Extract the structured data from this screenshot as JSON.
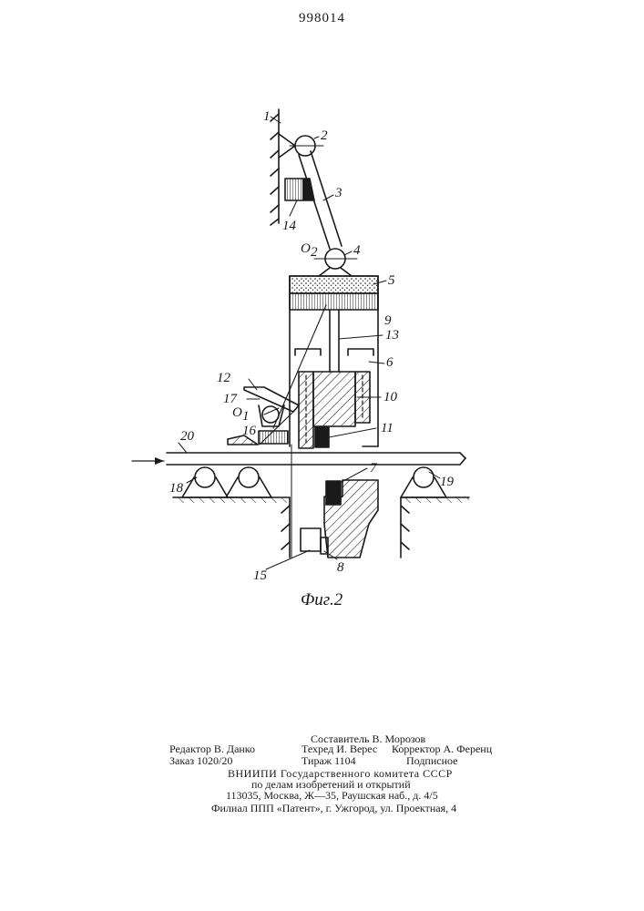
{
  "patent_number": "998014",
  "figure_caption": "Фиг.2",
  "part_labels": [
    {
      "id": "1",
      "text": "1"
    },
    {
      "id": "2",
      "text": "2"
    },
    {
      "id": "3",
      "text": "3"
    },
    {
      "id": "14",
      "text": "14"
    },
    {
      "id": "o2",
      "text": "O",
      "sub": "2"
    },
    {
      "id": "4",
      "text": "4"
    },
    {
      "id": "5",
      "text": "5"
    },
    {
      "id": "9",
      "text": "9"
    },
    {
      "id": "13",
      "text": "13"
    },
    {
      "id": "6",
      "text": "6"
    },
    {
      "id": "12",
      "text": "12"
    },
    {
      "id": "17",
      "text": "17"
    },
    {
      "id": "10",
      "text": "10"
    },
    {
      "id": "o1",
      "text": "O",
      "sub": "1"
    },
    {
      "id": "16",
      "text": "16"
    },
    {
      "id": "11",
      "text": "11"
    },
    {
      "id": "20",
      "text": "20"
    },
    {
      "id": "7",
      "text": "7"
    },
    {
      "id": "18",
      "text": "18"
    },
    {
      "id": "19",
      "text": "19"
    },
    {
      "id": "15",
      "text": "15"
    },
    {
      "id": "8",
      "text": "8"
    }
  ],
  "imprint": {
    "editor": "Редактор В. Данко",
    "order": "Заказ 1020/20",
    "compiler": "Составитель В. Морозов",
    "techred": "Техред И. Верес",
    "circulation": "Тираж 1104",
    "corrector": "Корректор А. Ференц",
    "subscription": "Подписное",
    "org_line1": "ВНИИПИ Государственного комитета СССР",
    "org_line2": "по делам изобретений и открытий",
    "org_line3": "113035, Москва, Ж—35, Раушская наб., д. 4/5",
    "branch": "Филиал ППП «Патент», г. Ужгород, ул. Проектная, 4"
  }
}
